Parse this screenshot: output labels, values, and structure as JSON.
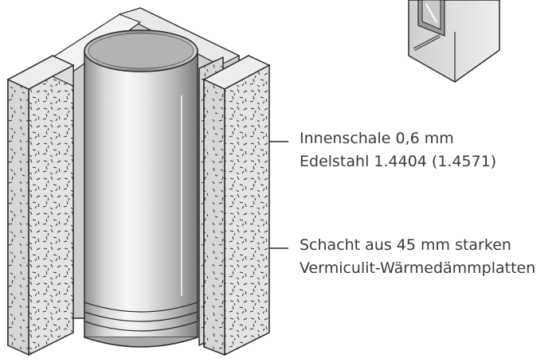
{
  "callouts": [
    {
      "line1": "Innenschale 0,6 mm",
      "line2": "Edelstahl 1.4404 (1.4571)"
    },
    {
      "line1": "Schacht aus 45 mm starken",
      "line2": "Vermiculit-Wärmedämmplatten"
    }
  ],
  "colors": {
    "insulation_face": "#e4e4e4",
    "insulation_dots": "#333333",
    "steel_light": "#f2f2f2",
    "steel_dark": "#9c9c9c",
    "outline": "#2a2a2a",
    "text": "#3a3a3a"
  }
}
